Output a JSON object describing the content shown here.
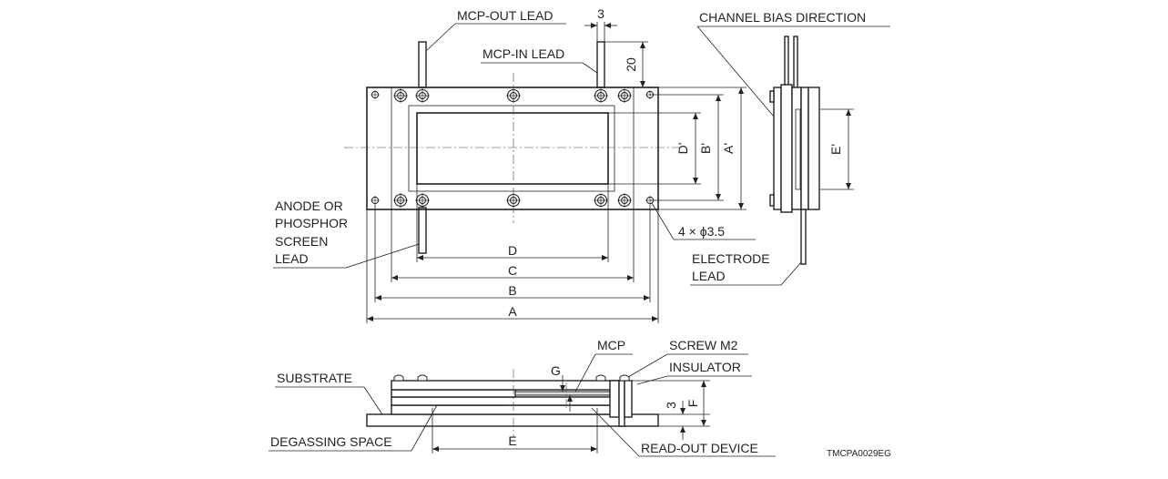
{
  "labels": {
    "mcp_out_lead": "MCP-OUT LEAD",
    "mcp_in_lead": "MCP-IN LEAD",
    "channel_bias_direction": "CHANNEL BIAS DIRECTION",
    "anode_line1": "ANODE OR",
    "anode_line2": "PHOSPHOR",
    "anode_line3": "SCREEN",
    "anode_line4": "LEAD",
    "hole_spec": "4 × ϕ3.5",
    "electrode_line1": "ELECTRODE",
    "electrode_line2": "LEAD",
    "mcp": "MCP",
    "screw": "SCREW M2",
    "insulator": "INSULATOR",
    "substrate": "SUBSTRATE",
    "degassing_space": "DEGASSING SPACE",
    "readout_device": "READ-OUT DEVICE",
    "drawing_code": "TMCPA0029EG"
  },
  "dimensions": {
    "lead_width": "3",
    "lead_height": "20",
    "d": "D",
    "c": "C",
    "b": "B",
    "a": "A",
    "d_prime": "D'",
    "b_prime": "B'",
    "a_prime": "A'",
    "e_prime": "E'",
    "g": "G",
    "three": "3",
    "f": "F",
    "e": "E"
  }
}
